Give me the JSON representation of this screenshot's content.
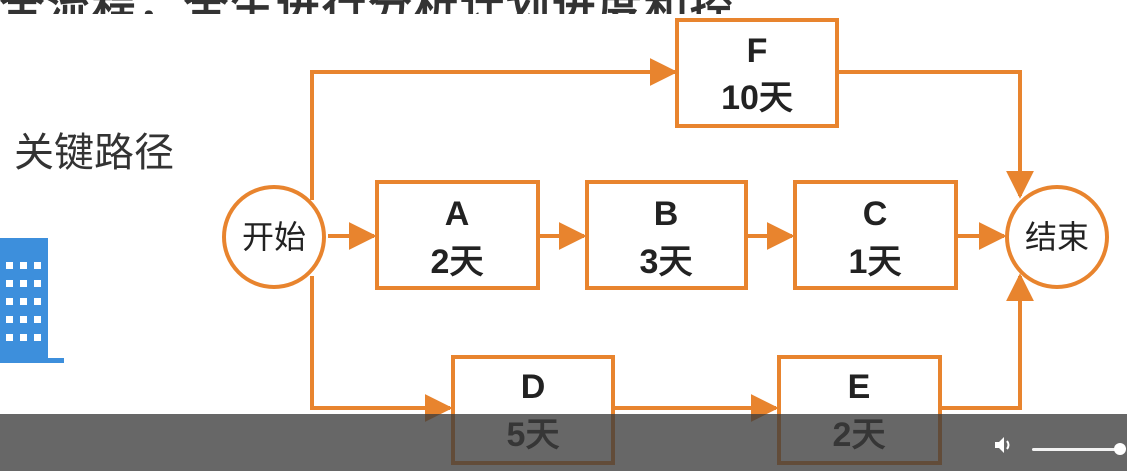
{
  "header": {
    "partial_title": "全流程，全生进行分析计划进度和控"
  },
  "sidebar": {
    "label": "关键路径"
  },
  "diagram": {
    "start": "开始",
    "end": "结束",
    "tasks": [
      {
        "name": "F",
        "duration": "10天"
      },
      {
        "name": "A",
        "duration": "2天"
      },
      {
        "name": "B",
        "duration": "3天"
      },
      {
        "name": "C",
        "duration": "1天"
      },
      {
        "name": "D",
        "duration": "5天"
      },
      {
        "name": "E",
        "duration": "2天"
      }
    ]
  },
  "colors": {
    "accent": "#e8842e",
    "building": "#3d8fdc",
    "controls_bg": "#3c3c3c"
  },
  "player": {
    "icons": [
      "volume-icon"
    ]
  }
}
